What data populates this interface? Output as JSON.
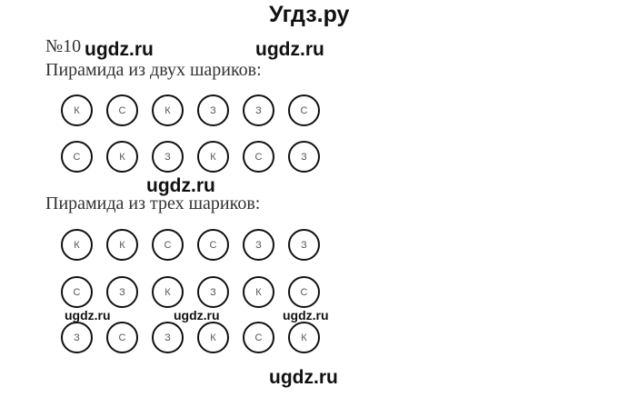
{
  "header": {
    "site_title": "Угдз.ру"
  },
  "task": {
    "number": "№10"
  },
  "watermarks": {
    "w1": "ugdz.ru",
    "w2": "ugdz.ru",
    "w3": "ugdz.ru",
    "w4": "ugdz.ru",
    "w5": "ugdz.ru",
    "w6": "ugdz.ru",
    "w7": "ugdz.ru"
  },
  "section_two": {
    "heading": "Пирамида из двух шариков:",
    "rows": [
      [
        "К",
        "С",
        "К",
        "З",
        "З",
        "С"
      ],
      [
        "С",
        "К",
        "З",
        "К",
        "С",
        "З"
      ]
    ]
  },
  "section_three": {
    "heading": "Пирамида из трех шариков:",
    "rows": [
      [
        "К",
        "К",
        "С",
        "С",
        "З",
        "З"
      ],
      [
        "С",
        "З",
        "К",
        "З",
        "К",
        "С"
      ],
      [
        "З",
        "С",
        "З",
        "К",
        "С",
        "К"
      ]
    ]
  }
}
